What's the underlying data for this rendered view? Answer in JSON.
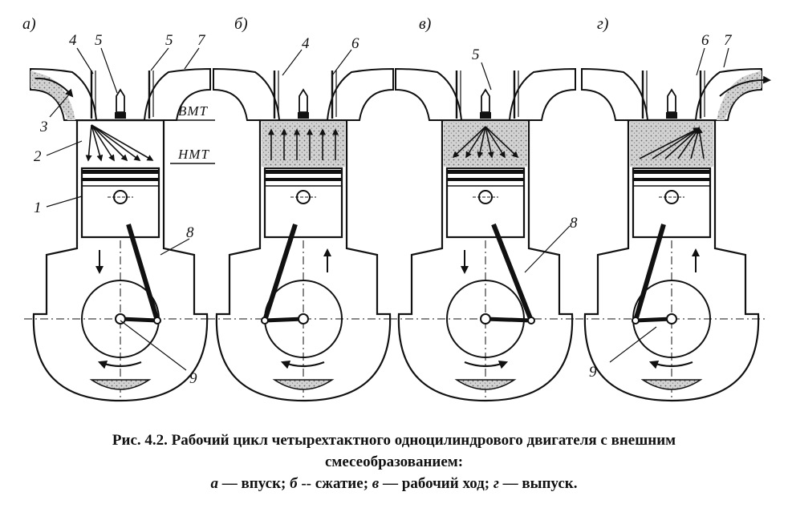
{
  "panels": [
    {
      "label": "а)",
      "stroke": "впуск",
      "part_numbers": [
        "1",
        "2",
        "3",
        "4",
        "5",
        "5",
        "7",
        "8",
        "9"
      ]
    },
    {
      "label": "б)",
      "stroke": "сжатие",
      "part_numbers": [
        "4",
        "6"
      ]
    },
    {
      "label": "в)",
      "stroke": "рабочий ход",
      "part_numbers": [
        "5",
        "8"
      ]
    },
    {
      "label": "г)",
      "stroke": "выпуск",
      "part_numbers": [
        "6",
        "7",
        "9"
      ]
    }
  ],
  "dead_centers": {
    "top": "ВМТ",
    "bottom": "НМТ"
  },
  "caption": {
    "line1": "Рис. 4.2. Рабочий цикл четырехтактного одноцилиндрового двигателя с внешним",
    "line2": "смесеобразованием:",
    "legend": [
      {
        "letter": "а",
        "text": "впуск"
      },
      {
        "letter": "б",
        "text": "сжатие"
      },
      {
        "letter": "в",
        "text": "рабочий ход"
      },
      {
        "letter": "г",
        "text": "выпуск"
      }
    ]
  },
  "colors": {
    "ink": "#111111",
    "mixture": "#bdbdbd",
    "background": "#ffffff"
  }
}
